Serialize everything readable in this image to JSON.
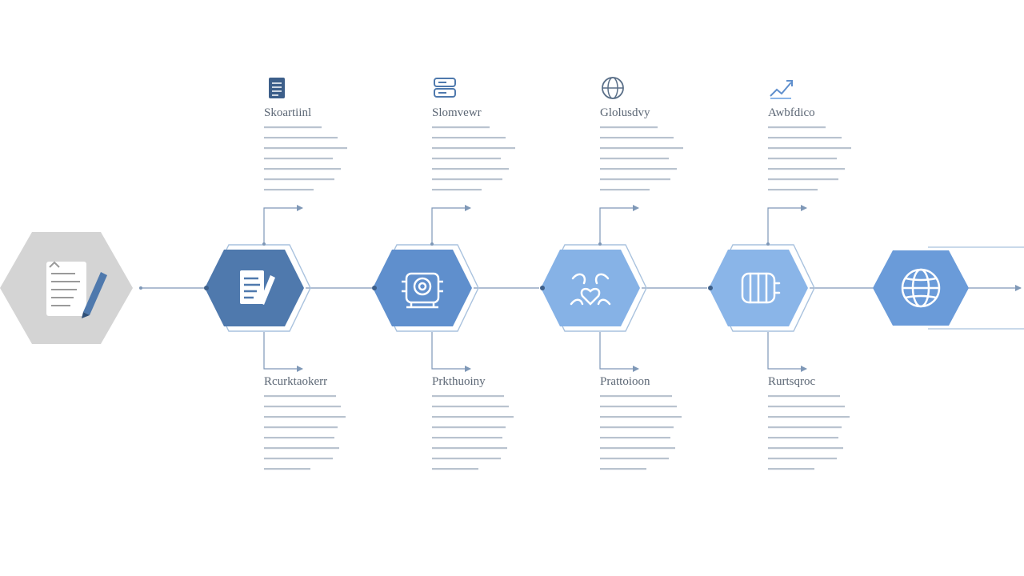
{
  "stages": [
    {
      "top_title": "Skoartiinl",
      "bottom_title": "Rcurktaokerr",
      "top_icon": "document-list-icon",
      "hex_icon": "note-pen-icon",
      "fill": "#4f79ad"
    },
    {
      "top_title": "Slomvewr",
      "bottom_title": "Prkthuoiny",
      "top_icon": "server-icon",
      "hex_icon": "gear-chip-icon",
      "fill": "#5f8fcd"
    },
    {
      "top_title": "Glolusdvy",
      "bottom_title": "Prattoioon",
      "top_icon": "globe-icon",
      "hex_icon": "care-hands-icon",
      "fill": "#86b2e6"
    },
    {
      "top_title": "Awbfdico",
      "bottom_title": "Rurtsqroc",
      "top_icon": "growth-chart-icon",
      "hex_icon": "cluster-icon",
      "fill": "#8ab5e8"
    }
  ],
  "start_node": {
    "icon": "document-pen-icon",
    "fill": "#d4d4d4"
  },
  "end_node": {
    "icon": "globe-icon",
    "fill": "#6a9bd9"
  },
  "colors": {
    "connector": "#7f98b7",
    "text_lines": "#b9c3cf",
    "outline": "#a9c2de"
  }
}
